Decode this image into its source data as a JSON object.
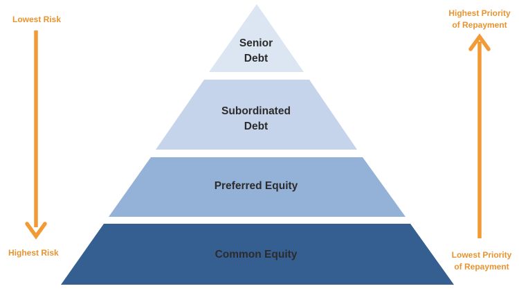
{
  "pyramid": {
    "tiers": [
      {
        "line1": "Senior",
        "line2": "Debt",
        "color": "#dce6f2"
      },
      {
        "line1": "Subordinated",
        "line2": "Debt",
        "color": "#c5d4ea"
      },
      {
        "line1": "Preferred Equity",
        "line2": "",
        "color": "#94b1d7"
      },
      {
        "line1": "Common Equity",
        "line2": "",
        "color": "#365f91"
      }
    ]
  },
  "left_axis": {
    "top_label": "Lowest Risk",
    "bottom_label": "Highest Risk",
    "arrow_direction": "down",
    "color": "#f29a36"
  },
  "right_axis": {
    "top_label_line1": "Highest Priority",
    "top_label_line2": "of Repayment",
    "bottom_label_line1": "Lowest Priority",
    "bottom_label_line2": "of Repayment",
    "arrow_direction": "up",
    "color": "#f29a36"
  }
}
